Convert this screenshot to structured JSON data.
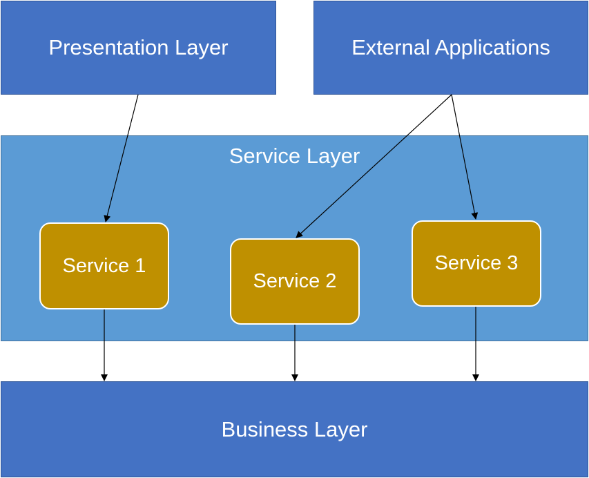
{
  "diagram": {
    "presentation_layer": "Presentation Layer",
    "external_applications": "External Applications",
    "service_layer": "Service Layer",
    "services": [
      "Service 1",
      "Service 2",
      "Service 3"
    ],
    "business_layer": "Business Layer"
  },
  "colors": {
    "layer_fill": "#4472c4",
    "service_layer_fill": "#5b9bd5",
    "service_fill": "#bf9000",
    "text": "#ffffff",
    "arrow": "#000000"
  }
}
